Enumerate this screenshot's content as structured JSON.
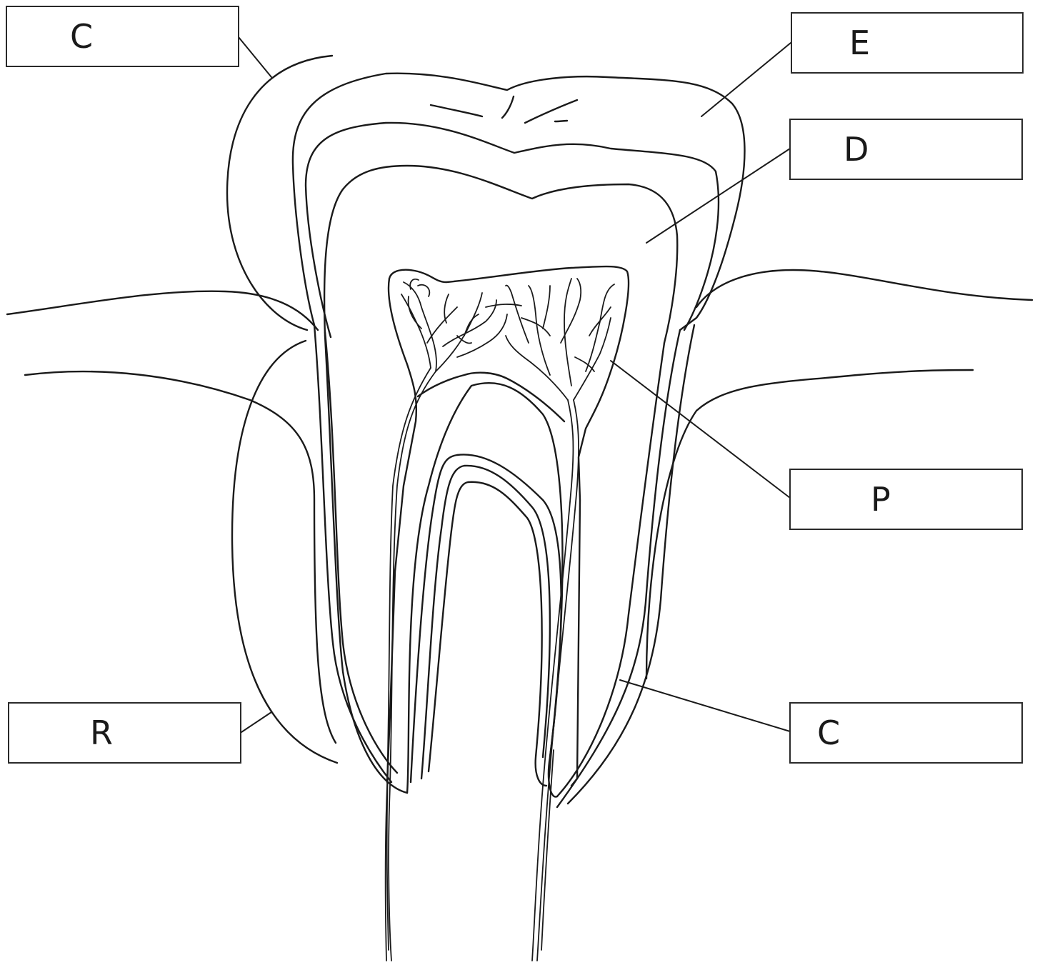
{
  "labels": {
    "crown_top_left": "C",
    "enamel": "E",
    "dentin": "D",
    "pulp": "P",
    "root": "R",
    "cementum": "C"
  },
  "colors": {
    "stroke": "#1a1a1a",
    "box_border": "#2a2a2a",
    "background": "#ffffff"
  }
}
